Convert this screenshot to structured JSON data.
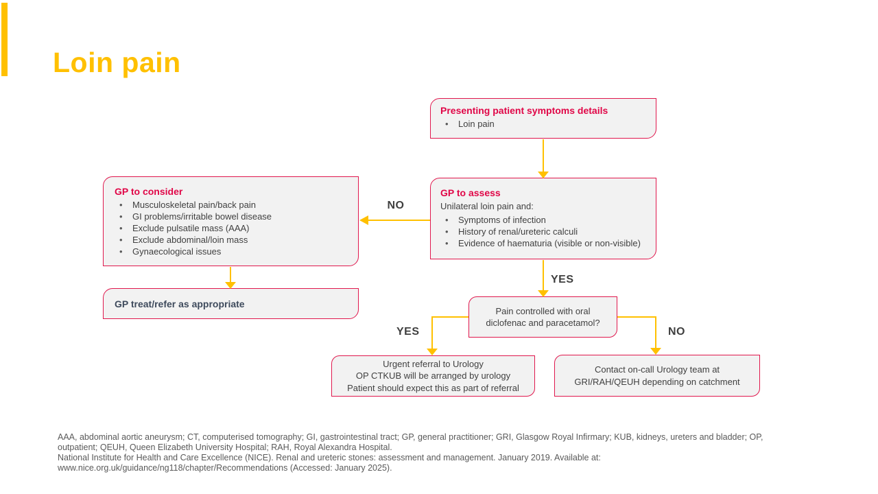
{
  "slide": {
    "title": "Loin pain",
    "accent_color": "#FFC000",
    "box_border_color": "#E0164C",
    "box_fill_color": "#F2F2F2",
    "connector_color": "#FFC000"
  },
  "flowchart": {
    "presenting_box": {
      "heading": "Presenting patient symptoms details",
      "bullets": [
        "Loin pain"
      ]
    },
    "assess_box": {
      "heading": "GP to assess",
      "intro": "Unilateral loin pain and:",
      "bullets": [
        "Symptoms of infection",
        "History of renal/ureteric calculi",
        "Evidence of haematuria (visible or non-visible)"
      ]
    },
    "consider_box": {
      "heading": "GP to consider",
      "bullets": [
        "Musculoskeletal pain/back pain",
        "GI problems/irritable bowel disease",
        "Exclude pulsatile mass (AAA)",
        "Exclude abdominal/loin mass",
        "Gynaecological issues"
      ]
    },
    "treat_box": {
      "text": "GP treat/refer as appropriate"
    },
    "pain_question_box": {
      "lines": [
        "Pain controlled with oral",
        "diclofenac and paracetamol?"
      ]
    },
    "urgent_referral_box": {
      "lines": [
        "Urgent referral to Urology",
        "OP CTKUB will be arranged by urology",
        "Patient should expect this as part of referral"
      ]
    },
    "contact_urology_box": {
      "lines": [
        "Contact on-call Urology team at",
        "GRI/RAH/QEUH depending on catchment"
      ]
    },
    "labels": {
      "assess_no": "NO",
      "assess_yes": "YES",
      "pain_yes": "YES",
      "pain_no": "NO"
    }
  },
  "footer": {
    "lines": [
      "AAA, abdominal aortic aneurysm; CT, computerised tomography; GI, gastrointestinal tract; GP, general practitioner; GRI, Glasgow Royal Infirmary; KUB, kidneys, ureters and bladder; OP,",
      "outpatient; QEUH, Queen Elizabeth University Hospital; RAH, Royal Alexandra Hospital.",
      "National Institute for Health and Care Excellence (NICE). Renal and ureteric stones: assessment and management. January 2019. Available at:",
      "www.nice.org.uk/guidance/ng118/chapter/Recommendations (Accessed: January 2025)."
    ]
  }
}
